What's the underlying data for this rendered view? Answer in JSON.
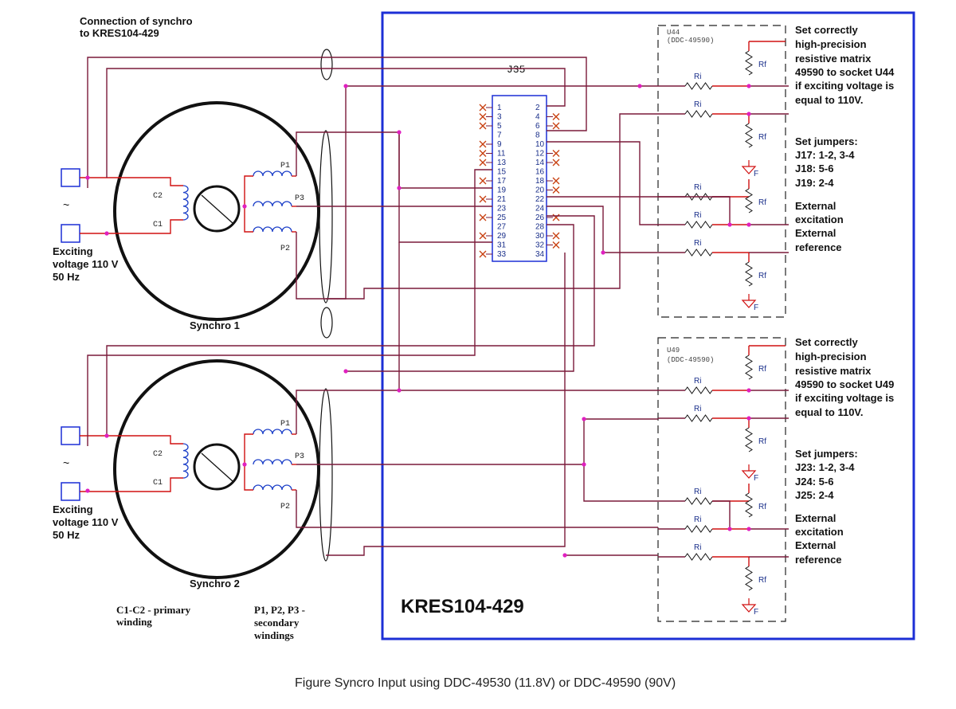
{
  "header_title": "Connection of synchro\nto KRES104-429",
  "board_label": "KRES104-429",
  "connector": {
    "name": "J35",
    "left_pins": [
      "1",
      "3",
      "5",
      "7",
      "9",
      "11",
      "13",
      "15",
      "17",
      "19",
      "21",
      "23",
      "25",
      "27",
      "29",
      "31",
      "33"
    ],
    "right_pins": [
      "2",
      "4",
      "6",
      "8",
      "10",
      "12",
      "14",
      "16",
      "18",
      "20",
      "22",
      "24",
      "26",
      "28",
      "30",
      "32",
      "34"
    ]
  },
  "synchros": [
    {
      "name": "Synchro 1",
      "primary": [
        "C2",
        "C1"
      ],
      "secondary": [
        "P1",
        "P3",
        "P2"
      ],
      "excitation_label": [
        "Exciting",
        "voltage 110 V",
        "50 Hz"
      ],
      "ac_symbol": "~"
    },
    {
      "name": "Synchro 2",
      "primary": [
        "C2",
        "C1"
      ],
      "secondary": [
        "P1",
        "P3",
        "P2"
      ],
      "excitation_label": [
        "Exciting",
        "voltage 110 V",
        "50 Hz"
      ],
      "ac_symbol": "~"
    }
  ],
  "converters": [
    {
      "socket": "U44",
      "part": "(DDC-49590)",
      "note": [
        "Set correctly",
        "high-precision",
        "resistive matrix",
        "49590 to socket U44",
        "if exciting voltage is",
        "equal to 110V."
      ],
      "jumpers_title": "Set jumpers:",
      "jumpers": [
        "J17: 1-2, 3-4",
        "J18: 5-6",
        "J19: 2-4"
      ],
      "external": [
        "External",
        "excitation",
        "External",
        "reference"
      ]
    },
    {
      "socket": "U49",
      "part": "(DDC-49590)",
      "note": [
        "Set correctly",
        "high-precision",
        "resistive matrix",
        "49590 to socket U49",
        "if exciting voltage is",
        "equal to 110V."
      ],
      "jumpers_title": "Set jumpers:",
      "jumpers": [
        "J23: 1-2, 3-4",
        "J24: 5-6",
        "J25: 2-4"
      ],
      "external": [
        "External",
        "excitation",
        "External",
        "reference"
      ]
    }
  ],
  "resistor_labels": {
    "input": "Ri",
    "feedback": "Rf",
    "ground_tag": "F"
  },
  "legend": {
    "primary": [
      "C1-C2  -  primary",
      "winding"
    ],
    "secondary": [
      "P1, P2, P3  -",
      "secondary",
      "windings"
    ]
  },
  "caption": "Figure Syncro Input using DDC-49530 (11.8V) or DDC-49590 (90V)",
  "colors": {
    "board_border": "#1c2fd6",
    "wire": "#7a1a3a",
    "lead": "#d01010",
    "coil": "#1c3fc8",
    "junction": "#e020c0",
    "no_connect": "#c84010"
  }
}
